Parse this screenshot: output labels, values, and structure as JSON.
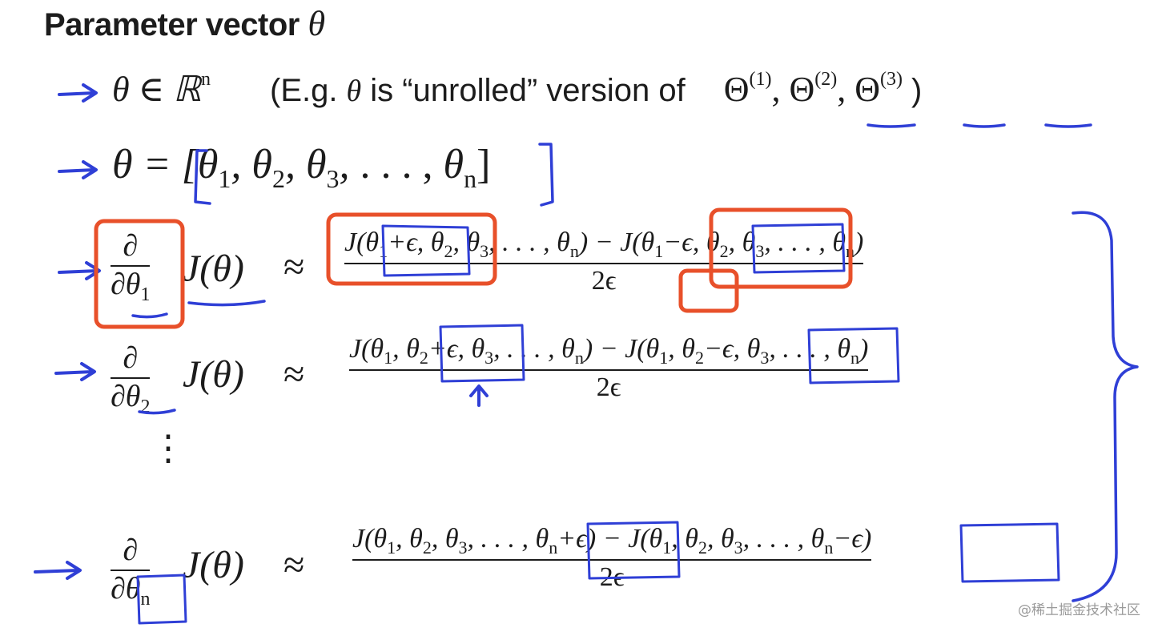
{
  "slide": {
    "title": "Parameter vector",
    "title_symbol": "θ",
    "line1": {
      "lhs": "θ ∈ ℝ",
      "lhs_sup": "n",
      "note_open": "(E.g.",
      "note_theta": "θ",
      "note_text": "is “unrolled” version of",
      "big_theta": "Θ",
      "sup1": "(1)",
      "sup2": "(2)",
      "sup3": "(3)",
      "comma": ",",
      "note_close": ")"
    },
    "line2": {
      "lhs": "θ = [",
      "t1": "θ",
      "s1": "1",
      "t2": "θ",
      "s2": "2",
      "t3": "θ",
      "s3": "3",
      "sep": ",",
      "ellipsis": ". . . ,",
      "tn": "θ",
      "sn": "n",
      "close": "]"
    },
    "derivatives": [
      {
        "d_num": "∂",
        "d_den": "∂θ",
        "d_sub": "1",
        "j": "J(θ)",
        "approx": "≈",
        "num_a": "J(θ",
        "num_a_sub": "1",
        "num_b": "+ϵ, θ",
        "num_b_sub": "2",
        "num_c": ", θ",
        "num_c_sub": "3",
        "num_d": ", . . . , θ",
        "num_d_sub": "n",
        "num_e": ") − J(θ",
        "num_e_sub": "1",
        "num_f": "−ϵ, θ",
        "num_f_sub": "2",
        "num_g": ", θ",
        "num_g_sub": "3",
        "num_h": ", . . . , θ",
        "num_h_sub": "n",
        "num_i": ")",
        "den": "2ϵ"
      },
      {
        "d_num": "∂",
        "d_den": "∂θ",
        "d_sub": "2",
        "j": "J(θ)",
        "approx": "≈",
        "num_a": "J(θ",
        "num_a_sub": "1",
        "num_b": ", θ",
        "num_b_sub": "2",
        "num_c": "+ϵ, θ",
        "num_c_sub": "3",
        "num_d": ", . . . , θ",
        "num_d_sub": "n",
        "num_e": ") − J(θ",
        "num_e_sub": "1",
        "num_f": ", θ",
        "num_f_sub": "2",
        "num_g": "−ϵ, θ",
        "num_g_sub": "3",
        "num_h": ", . . . , θ",
        "num_h_sub": "n",
        "num_i": ")",
        "den": "2ϵ"
      },
      {
        "d_num": "∂",
        "d_den": "∂θ",
        "d_sub": "n",
        "j": "J(θ)",
        "approx": "≈",
        "num_a": "J(θ",
        "num_a_sub": "1",
        "num_b": ", θ",
        "num_b_sub": "2",
        "num_c": ", θ",
        "num_c_sub": "3",
        "num_d": ", . . . , θ",
        "num_d_sub": "n",
        "num_e": "+ϵ) − J(θ",
        "num_e_sub": "1",
        "num_f": ", θ",
        "num_f_sub": "2",
        "num_g": ", θ",
        "num_g_sub": "3",
        "num_h": ", . . . , θ",
        "num_h_sub": "n",
        "num_i": "−ϵ)",
        "den": "2ϵ"
      }
    ],
    "vdots": "⋮",
    "watermark": "@稀土掘金技术社区"
  },
  "colors": {
    "ink": "#1c1c1c",
    "pen_blue": "#2f3fd6",
    "box_red": "#e8502a",
    "watermark": "#9a9a9a"
  }
}
